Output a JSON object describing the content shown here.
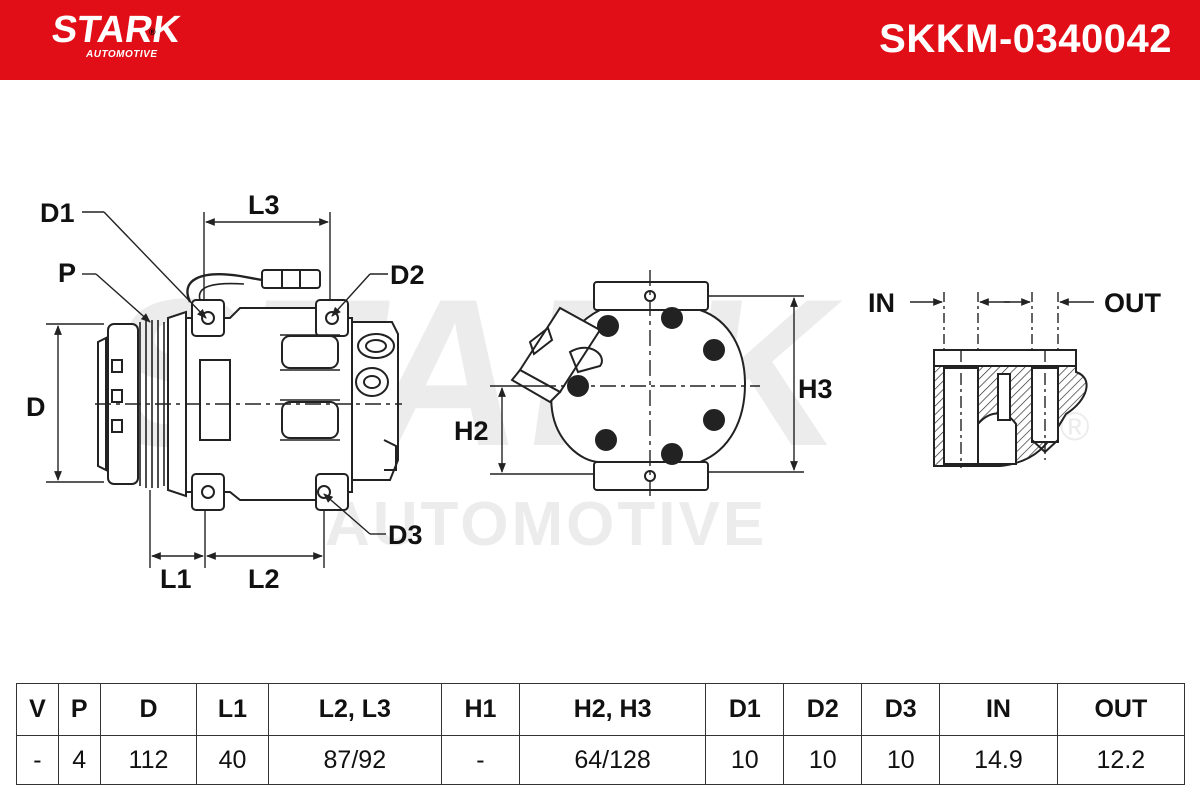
{
  "header": {
    "brand": "STARK",
    "brand_sub": "AUTOMOTIVE",
    "registered_mark": "®",
    "part_number": "SKKM-0340042",
    "background_color": "#e20e17"
  },
  "watermark": {
    "line1": "STARK",
    "line2": "AUTOMOTIVE",
    "registered_mark": "®"
  },
  "diagram": {
    "side_view": {
      "labels": {
        "D1": "D1",
        "P": "P",
        "L3": "L3",
        "D2": "D2",
        "D": "D",
        "D3": "D3",
        "L1": "L1",
        "L2": "L2"
      }
    },
    "rear_view": {
      "labels": {
        "H2": "H2",
        "H3": "H3"
      }
    },
    "port_view": {
      "labels": {
        "IN": "IN",
        "OUT": "OUT"
      }
    }
  },
  "spec_table": {
    "headers": [
      "V",
      "P",
      "D",
      "L1",
      "L2, L3",
      "H1",
      "H2, H3",
      "D1",
      "D2",
      "D3",
      "IN",
      "OUT"
    ],
    "values": [
      "-",
      "4",
      "112",
      "40",
      "87/92",
      "-",
      "64/128",
      "10",
      "10",
      "10",
      "14.9",
      "12.2"
    ]
  }
}
